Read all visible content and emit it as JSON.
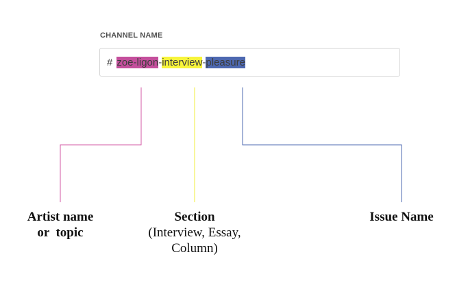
{
  "field": {
    "label": "CHANNEL NAME",
    "prefix": "#",
    "segments": {
      "artist": "zoe-ligon",
      "sep1": "-",
      "section": "interview",
      "sep2": "-",
      "issue": "pleasure"
    }
  },
  "captions": {
    "artist": {
      "line1": "Artist name",
      "line2": "or  topic"
    },
    "section": {
      "title": "Section",
      "line1": "(Interview, Essay,",
      "line2": "Column)"
    },
    "issue": {
      "title": "Issue Name"
    }
  },
  "colors": {
    "artist": "#c44f9c",
    "section": "#f7f43b",
    "issue": "#4d68b0"
  }
}
